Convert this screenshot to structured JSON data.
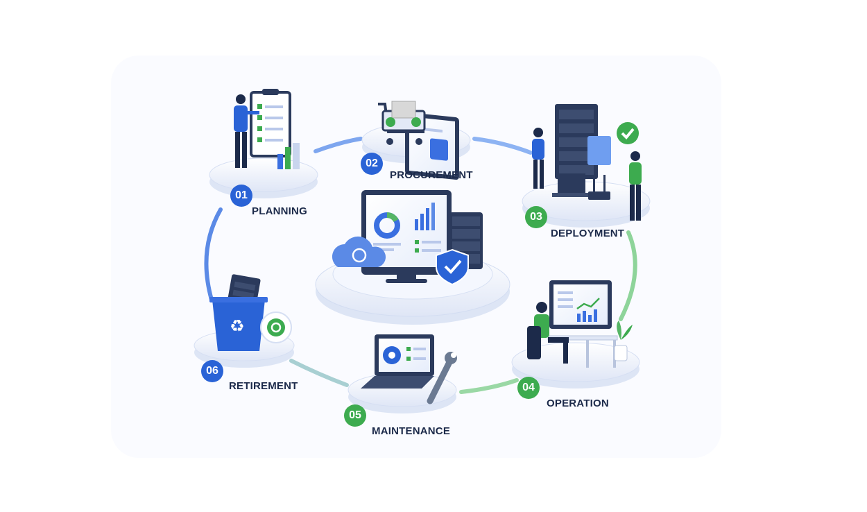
{
  "colors": {
    "primary_blue": "#2a63d6",
    "primary_green": "#3dab4f",
    "navy": "#1c2a4a",
    "platform": "#eef2fb"
  },
  "center": {
    "icons": [
      "monitor-dashboard-icon",
      "cloud-sync-icon",
      "server-rack-icon",
      "security-shield-icon"
    ]
  },
  "stages": [
    {
      "number": "01",
      "label": "PLANNING",
      "icon": "clipboard-checklist-icon",
      "badge_color": "#2a63d6"
    },
    {
      "number": "02",
      "label": "PROCUREMENT",
      "icon": "shopping-cart-icon",
      "badge_color": "#2a63d6"
    },
    {
      "number": "03",
      "label": "DEPLOYMENT",
      "icon": "server-rack-icon",
      "badge_color": "#3dab4f"
    },
    {
      "number": "04",
      "label": "OPERATION",
      "icon": "workstation-monitor-icon",
      "badge_color": "#3dab4f"
    },
    {
      "number": "05",
      "label": "MAINTENANCE",
      "icon": "laptop-wrench-icon",
      "badge_color": "#3dab4f"
    },
    {
      "number": "06",
      "label": "RETIREMENT",
      "icon": "recycle-bin-icon",
      "badge_color": "#2a63d6"
    }
  ]
}
